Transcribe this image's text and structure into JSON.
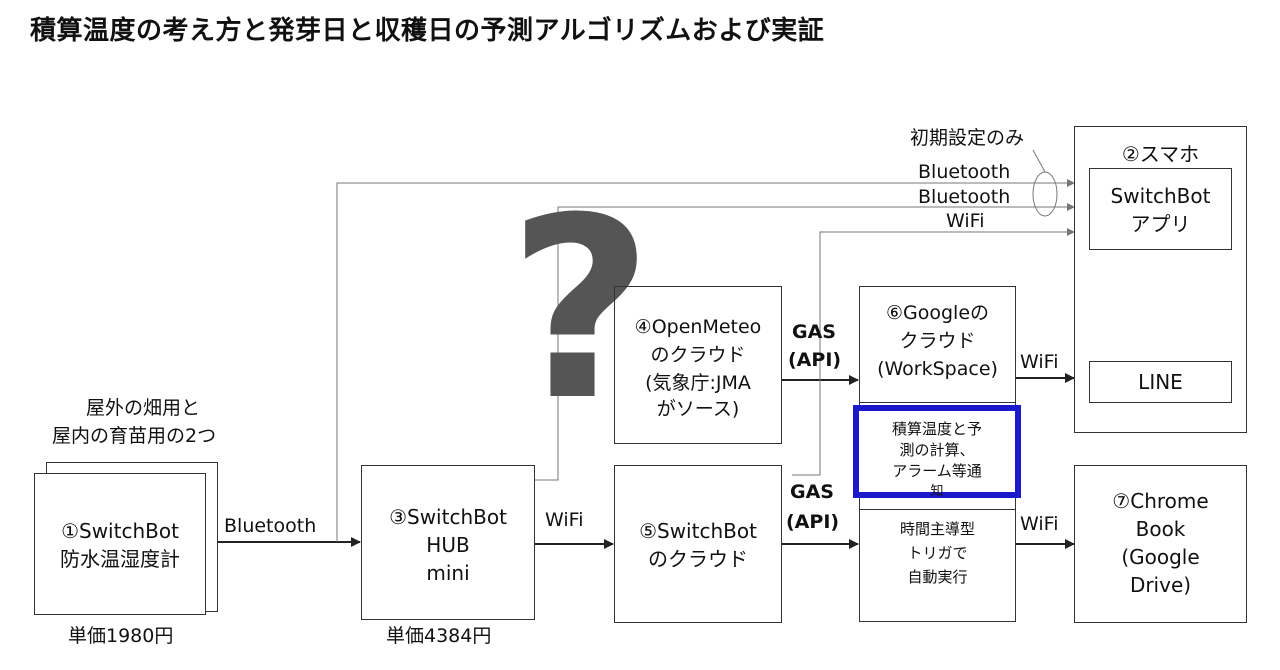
{
  "title": "積算温度の考え方と発芽日と収穫日の予測アルゴリズムおよび実証",
  "question_mark": "?",
  "nodes": {
    "sensor": {
      "name": "①SwitchBot",
      "name2": "防水温湿度計",
      "note1": "屋外の畑用と",
      "note2": "屋内の育苗用の2つ",
      "price": "単価1980円"
    },
    "hub": {
      "line1": "③SwitchBot",
      "line2": "HUB",
      "line3": "mini",
      "price": "単価4384円"
    },
    "openmeteo": {
      "line1": "④OpenMeteo",
      "line2": "のクラウド",
      "line3": "(気象庁:JMA",
      "line4": "がソース)"
    },
    "switchbot_cloud": {
      "line1": "⑤SwitchBot",
      "line2": "のクラウド"
    },
    "google": {
      "line1": "⑥Googleの",
      "line2": "クラウド",
      "line3": "(WorkSpace)"
    },
    "calc": {
      "line1": "積算温度と予",
      "line2": "測の計算、",
      "line3": "アラーム等通",
      "line4": "知"
    },
    "trigger": {
      "line1": "時間主導型",
      "line2": "トリガで",
      "line3": "自動実行"
    },
    "phone": {
      "title": "②スマホ",
      "app1": "SwitchBot",
      "app2": "アプリ",
      "line": "LINE"
    },
    "chromebook": {
      "line1": "⑦Chrome",
      "line2": "Book",
      "line3": "(Google",
      "line4": "Drive)"
    }
  },
  "edges": {
    "bt_sensor_hub": "Bluetooth",
    "wifi_hub_cloud": "WiFi",
    "gas1_a": "GAS",
    "gas1_b": "(API)",
    "gas2_a": "GAS",
    "gas2_b": "(API)",
    "wifi_google_phone": "WiFi",
    "wifi_google_chrome": "WiFi",
    "init_only": "初期設定のみ",
    "bt_top1": "Bluetooth",
    "bt_top2": "Bluetooth",
    "wifi_top": "WiFi"
  },
  "colors": {
    "accent_border": "#1a1acc",
    "line": "#222222",
    "thin_line": "#777777",
    "question": "#555555"
  }
}
